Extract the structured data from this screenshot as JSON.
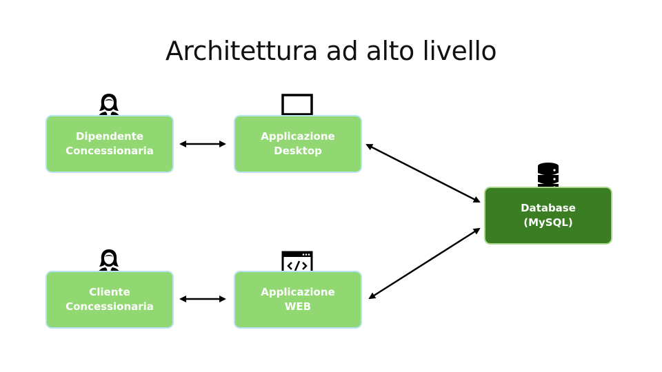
{
  "title": "Architettura ad alto livello",
  "nodes": {
    "dipendente": {
      "line1": "Dipendente",
      "line2": "Concessionaria",
      "icon": "person-icon"
    },
    "desktop": {
      "line1": "Applicazione",
      "line2": "Desktop",
      "icon": "monitor-icon"
    },
    "cliente": {
      "line1": "Cliente",
      "line2": "Concessionaria",
      "icon": "person-icon"
    },
    "web": {
      "line1": "Applicazione",
      "line2": "WEB",
      "icon": "code-window-icon"
    },
    "database": {
      "line1": "Database",
      "line2": "(MySQL)",
      "icon": "database-icon"
    }
  },
  "connections": [
    {
      "from": "dipendente",
      "to": "desktop",
      "direction": "both"
    },
    {
      "from": "cliente",
      "to": "web",
      "direction": "both"
    },
    {
      "from": "desktop",
      "to": "database",
      "direction": "both"
    },
    {
      "from": "web",
      "to": "database",
      "direction": "both"
    }
  ],
  "colors": {
    "node_fill": "#92d872",
    "db_fill": "#3a7d22",
    "node_border": "#b9e3f2",
    "arrow": "#000000"
  }
}
